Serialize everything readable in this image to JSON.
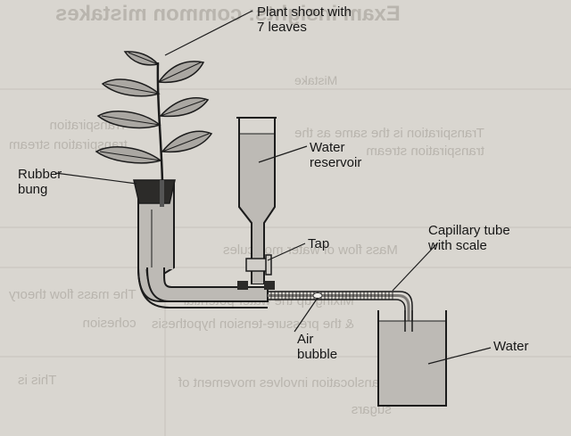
{
  "background_text": {
    "heading": "Exam insights: common mistakes",
    "column_header": "Mistake",
    "row1_left": "Transpiration is the same as the\ntranspiration stream",
    "row1_right": "Transpiration\ntranspiration stream",
    "row2_left": "Mass flow of water molecules",
    "row3_left": "Mixing up the water potential\n& the pressure-tension hypothesis",
    "row3_right": "The mass flow theory\ncohesion",
    "row4_left": "Translocation involves movement of\nsugars",
    "row4_right": "This is"
  },
  "labels": {
    "plant_shoot": "Plant shoot with\n7 leaves",
    "water_reservoir": "Water\nreservoir",
    "rubber_bung": "Rubber\nbung",
    "tap": "Tap",
    "capillary_tube": "Capillary tube\nwith scale",
    "air_bubble": "Air\nbubble",
    "water": "Water"
  },
  "colors": {
    "paper": "#d9d6d0",
    "water": "#bdbab5",
    "bung": "#2c2b29",
    "outline": "#1c1c1c",
    "leaf": "#aaa7a2",
    "faded_text": "#b9b5ae"
  }
}
